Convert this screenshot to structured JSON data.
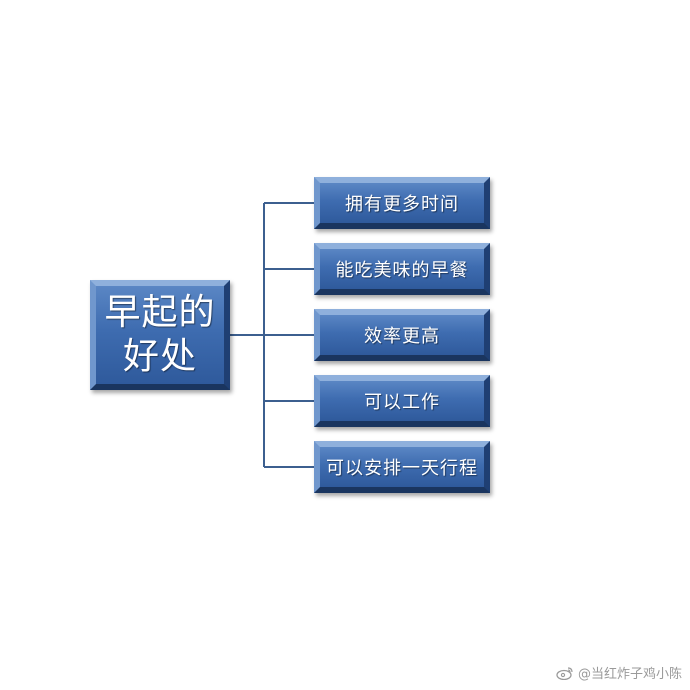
{
  "diagram": {
    "root": "早起的好处",
    "children": [
      "拥有更多时间",
      "能吃美味的早餐",
      "效率更高",
      "可以工作",
      "可以安排一天行程"
    ]
  },
  "watermark": {
    "text": "@当红炸子鸡小陈",
    "icon": "weibo-icon"
  },
  "colors": {
    "box_fill": "#3e6cb0",
    "box_text": "#ffffff",
    "connector": "#3c5f8f"
  }
}
